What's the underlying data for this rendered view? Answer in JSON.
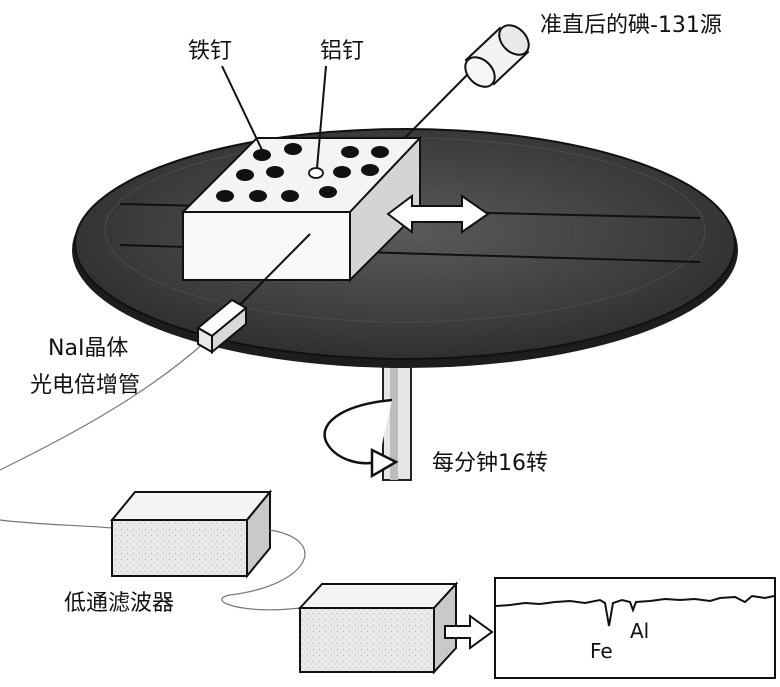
{
  "labels": {
    "iron_nail": "铁钉",
    "aluminum_nail": "铝钉",
    "source": "准直后的碘-131源",
    "nai_crystal": "NaI晶体",
    "pmt": "光电倍增管",
    "rotation": "每分钟16转",
    "filter": "低通滤波器",
    "fe": "Fe",
    "al": "Al"
  }
}
